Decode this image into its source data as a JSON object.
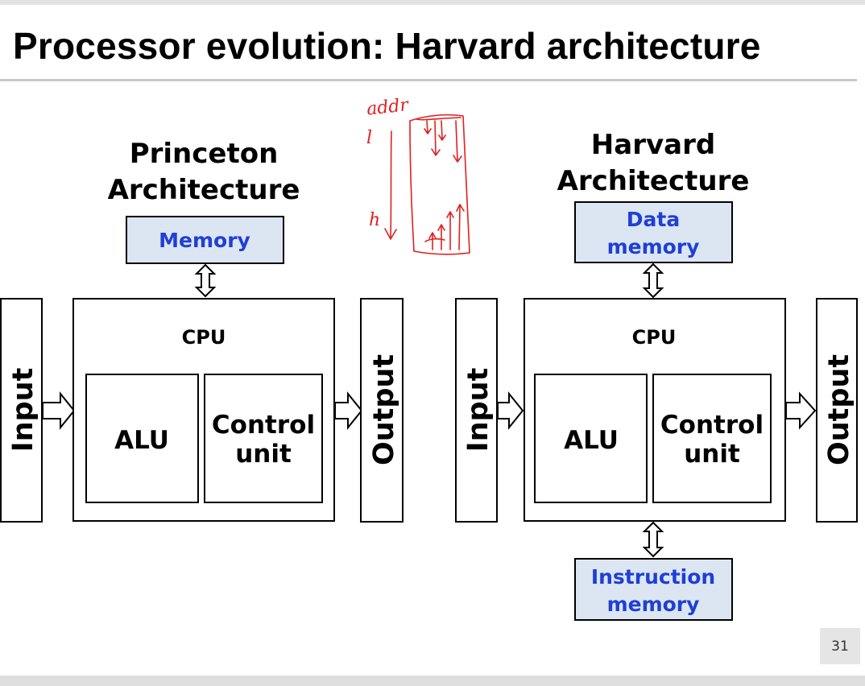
{
  "slide": {
    "title": "Processor evolution: Harvard architecture",
    "page_number": "31"
  },
  "princeton": {
    "heading_line1": "Princeton",
    "heading_line2": "Architecture",
    "memory_label": "Memory",
    "cpu_label": "CPU",
    "alu_label": "ALU",
    "control_line1": "Control",
    "control_line2": "unit",
    "input_label": "Input",
    "output_label": "Output"
  },
  "harvard": {
    "heading_line1": "Harvard",
    "heading_line2": "Architecture",
    "data_memory_line1": "Data",
    "data_memory_line2": "memory",
    "instruction_memory_line1": "Instruction",
    "instruction_memory_line2": "memory",
    "cpu_label": "CPU",
    "alu_label": "ALU",
    "control_line1": "Control",
    "control_line2": "unit",
    "input_label": "Input",
    "output_label": "Output"
  },
  "annotation": {
    "top_text": "addr",
    "left_mark_top": "l",
    "left_mark_bottom": "h"
  },
  "colors": {
    "memory_fill": "#dce6f2",
    "memory_text": "#1f3fd6",
    "annotation_ink": "#e02020"
  }
}
